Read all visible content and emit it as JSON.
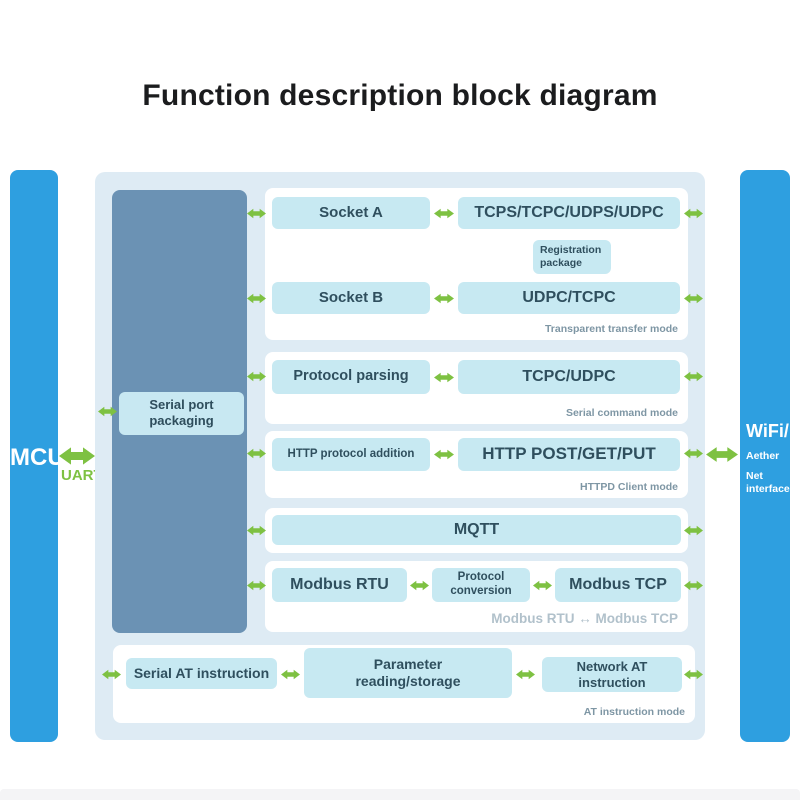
{
  "title": "Function description block diagram",
  "left_bar": {
    "label": "MCU",
    "bus": "UART"
  },
  "right_bar": {
    "title": "WiFi/",
    "subtitle": "Aether",
    "caption": "Net interface"
  },
  "core": {
    "packaging": "Serial port packaging"
  },
  "sections": {
    "transparent": {
      "socket_a": "Socket A",
      "protocols_a": "TCPS/TCPC/UDPS/UDPC",
      "registration": "Registration package",
      "socket_b": "Socket B",
      "protocols_b": "UDPC/TCPC",
      "mode": "Transparent transfer mode"
    },
    "serial_command": {
      "parsing": "Protocol parsing",
      "protocols": "TCPC/UDPC",
      "mode": "Serial command mode"
    },
    "httpd": {
      "addition": "HTTP protocol addition",
      "methods": "HTTP POST/GET/PUT",
      "mode": "HTTPD Client mode"
    },
    "mqtt": {
      "label": "MQTT"
    },
    "modbus": {
      "rtu": "Modbus RTU",
      "conversion": "Protocol conversion",
      "tcp": "Modbus TCP",
      "mode": "Modbus RTU ↔ Modbus TCP"
    },
    "at": {
      "serial": "Serial AT instruction",
      "parameter": "Parameter reading/storage",
      "network": "Network AT instruction",
      "mode": "AT instruction mode"
    }
  },
  "colors": {
    "rail_blue": "#2e9fe0",
    "panel_blue": "#deebf4",
    "core_slate": "#6b92b4",
    "box_cyan": "#c7e9f2",
    "box_text": "#2f4f5e",
    "arrow_green": "#7ec142",
    "mode_text": "#7e96a4",
    "mode_text_light": "#b1c1cb"
  }
}
